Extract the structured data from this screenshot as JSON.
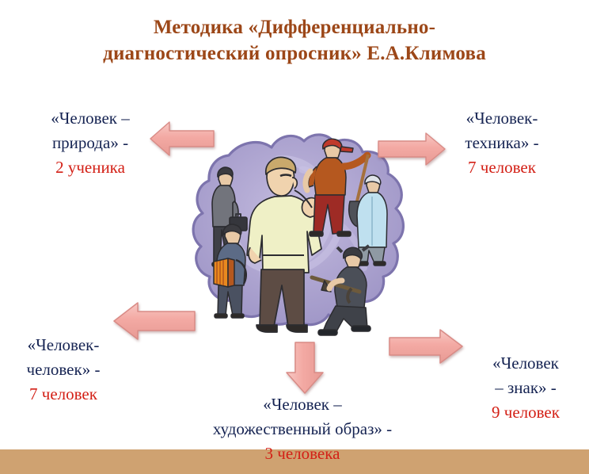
{
  "slide": {
    "background_color": "#ffffff",
    "bottom_band_color": "#cfa271",
    "title": {
      "line1": "Методика «Дифференциально-",
      "line2": "диагностический опросник» Е.А.Климова",
      "color": "#9c4718"
    },
    "text_color": "#152352",
    "count_color": "#d31f15",
    "arrow_color": "#f3a9a3",
    "arrow_border_color": "#d98b86",
    "blob_color": "#a9a0cd"
  },
  "categories": [
    {
      "id": "nature",
      "line1": "«Человек –",
      "line2": "природа» -",
      "count": "2 ученика",
      "arrow_direction": "left"
    },
    {
      "id": "technique",
      "line1": "«Человек-",
      "line2": "техника» -",
      "count": "7 человек",
      "arrow_direction": "right"
    },
    {
      "id": "human",
      "line1": "«Человек-",
      "line2": "человек» -",
      "count": "7 человек",
      "arrow_direction": "left"
    },
    {
      "id": "sign",
      "line1": "«Человек",
      "line2": "– знак» -",
      "count": "9 человек",
      "arrow_direction": "right"
    },
    {
      "id": "art",
      "line1": "«Человек –",
      "line2": "художественный образ» -",
      "count": "3 человека",
      "arrow_direction": "down"
    }
  ],
  "illustration": {
    "name": "professions-collage",
    "figures": [
      {
        "name": "businessman-with-briefcase",
        "color": "#6d6f77"
      },
      {
        "name": "thinking-young-man",
        "color": "#ecedc2"
      },
      {
        "name": "worker-with-shovel",
        "color": "#b5581f"
      },
      {
        "name": "doctor-in-white-coat",
        "color": "#bfe0ef"
      },
      {
        "name": "musician-with-accordion",
        "color": "#e8891f"
      },
      {
        "name": "soldier-kneeling",
        "color": "#4b4f58"
      }
    ]
  }
}
